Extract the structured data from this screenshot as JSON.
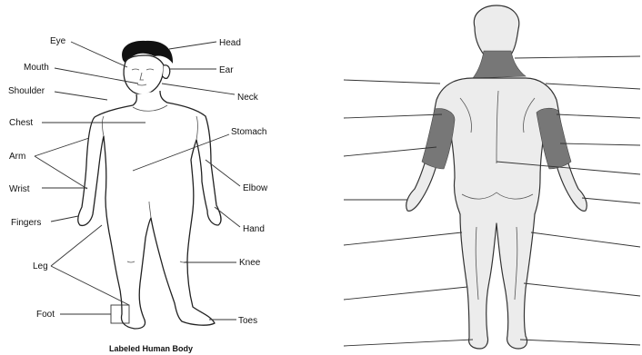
{
  "left_diagram": {
    "caption": "Labeled Human Body",
    "labels": {
      "eye": "Eye",
      "head": "Head",
      "mouth": "Mouth",
      "ear": "Ear",
      "shoulder": "Shoulder",
      "neck": "Neck",
      "chest": "Chest",
      "stomach": "Stomach",
      "arm": "Arm",
      "wrist": "Wrist",
      "elbow": "Elbow",
      "fingers": "Fingers",
      "hand": "Hand",
      "leg": "Leg",
      "knee": "Knee",
      "foot": "Foot",
      "toes": "Toes"
    }
  },
  "right_diagram": {
    "blank_label_lines": 16
  },
  "colors": {
    "ink": "#222222",
    "shaded_region": "#777777",
    "back_body_fill": "#ececec"
  }
}
